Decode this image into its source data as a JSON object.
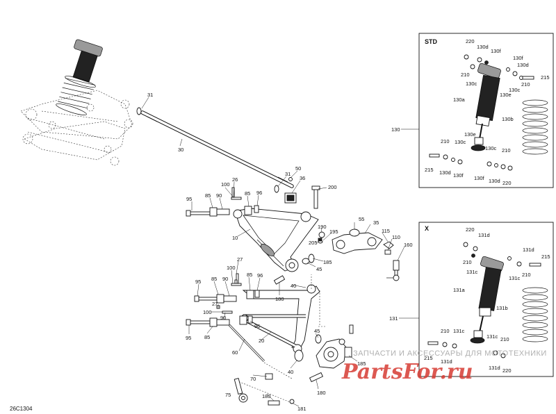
{
  "diagram_code": "26C1304",
  "boxes": {
    "std": {
      "title": "STD",
      "ref": "130"
    },
    "x": {
      "title": "X",
      "ref": "131"
    }
  },
  "callouts": {
    "c31a": "31",
    "c30": "30",
    "c31b": "31",
    "c50": "50",
    "c36": "36",
    "c200": "200",
    "c26": "26",
    "c100a": "100",
    "c95a": "95",
    "c85a": "85",
    "c90a": "90",
    "c85b": "85",
    "c96a": "96",
    "c10": "10",
    "c55": "55",
    "c35": "35",
    "c190": "190",
    "c195": "195",
    "c115": "115",
    "c205": "205",
    "c110": "110",
    "c160": "160",
    "c185a": "185",
    "c45a": "45",
    "c27a": "27",
    "c100b": "100",
    "c85c": "85",
    "c90b": "90",
    "c95b": "95",
    "c85d": "85",
    "c96b": "96",
    "c40a": "40",
    "c180a": "180",
    "c27b": "27",
    "c100c": "100",
    "c90c": "90",
    "c95c": "95",
    "c85e": "85",
    "c96c": "96",
    "c20": "20",
    "c45b": "45",
    "c60": "60",
    "c185b": "185",
    "c40b": "40",
    "c180b": "180",
    "c70": "70",
    "c75": "75",
    "c180c": "180",
    "c181": "181",
    "s220a": "220",
    "s130d1": "130d",
    "s130f1": "130f",
    "s210a": "210",
    "s130c1": "130c",
    "s130f2": "130f",
    "s130d2": "130d",
    "s130c2": "130c",
    "s215a": "215",
    "s130e1": "130e",
    "s130a": "130a",
    "s130b": "130b",
    "s130e2": "130e",
    "s210b": "210",
    "s130c3": "130c",
    "s130c4": "130c",
    "s210c": "210",
    "s215b": "215",
    "s130d3": "130d",
    "s130f3": "130f",
    "s130f4": "130f",
    "s130d4": "130d",
    "s220b": "220",
    "x220a": "220",
    "x131d1": "131d",
    "x210a": "210",
    "x131c1": "131c",
    "x131d2": "131d",
    "x215a": "215",
    "x131c2": "131c",
    "x210b": "210",
    "x131a": "131a",
    "x131b": "131b",
    "x210c": "210",
    "x131c3": "131c",
    "x131c4": "131c",
    "x210d": "210",
    "x215b": "215",
    "x131d3": "131d",
    "x131d4": "131d",
    "x220b": "220"
  },
  "watermark": {
    "tagline": "ЗАПЧАСТИ И АКСЕССУАРЫ ДЛЯ МОТОТЕХНИКИ",
    "brand": "PartsFor.ru"
  }
}
